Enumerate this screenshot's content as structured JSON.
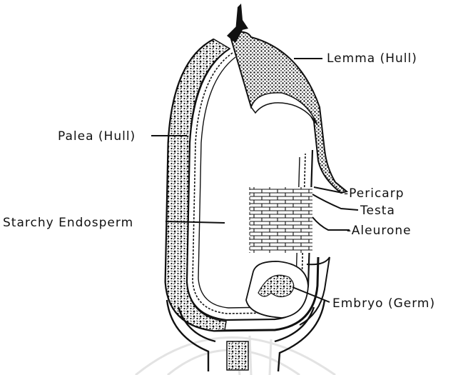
{
  "labels": {
    "lemma": "Lemma (Hull)",
    "palea": "Palea (Hull)",
    "endosperm": "Starchy Endosperm",
    "pericarp": "-Pericarp",
    "testa": "Testa",
    "aleurone": "-Aleurone",
    "embryo": "Embryo (Germ)"
  },
  "colors": {
    "ink": "#111111",
    "background": "#ffffff",
    "watermark": "#e3e3e3"
  }
}
